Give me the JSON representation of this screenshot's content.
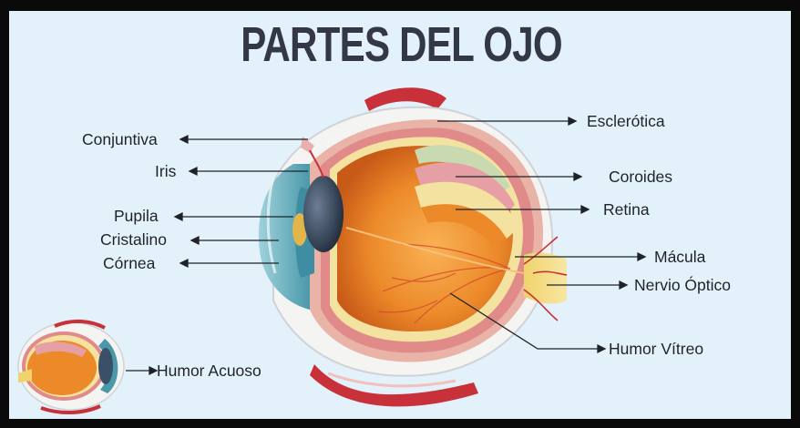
{
  "title": "PARTES DEL OJO",
  "labels": {
    "conjuntiva": "Conjuntiva",
    "iris": "Iris",
    "pupila": "Pupila",
    "cristalino": "Cristalino",
    "cornea": "Córnea",
    "esclerotica": "Esclerótica",
    "coroides": "Coroides",
    "retina": "Retina",
    "macula": "Mácula",
    "nervio_optico": "Nervio Óptico",
    "humor_vitreo": "Humor Vítreo",
    "humor_acuoso": "Humor Acuoso"
  },
  "colors": {
    "background": "#e3f1fa",
    "frame": "#0a0a0a",
    "title": "#333844",
    "pointer": "#1f2329",
    "sclera": "#f4f4f2",
    "vitreous": "#e8771f",
    "choroid": "#e08a8a",
    "retina": "#f3e2a0",
    "muscle": "#c8303a",
    "iris": "#3e8da3"
  }
}
